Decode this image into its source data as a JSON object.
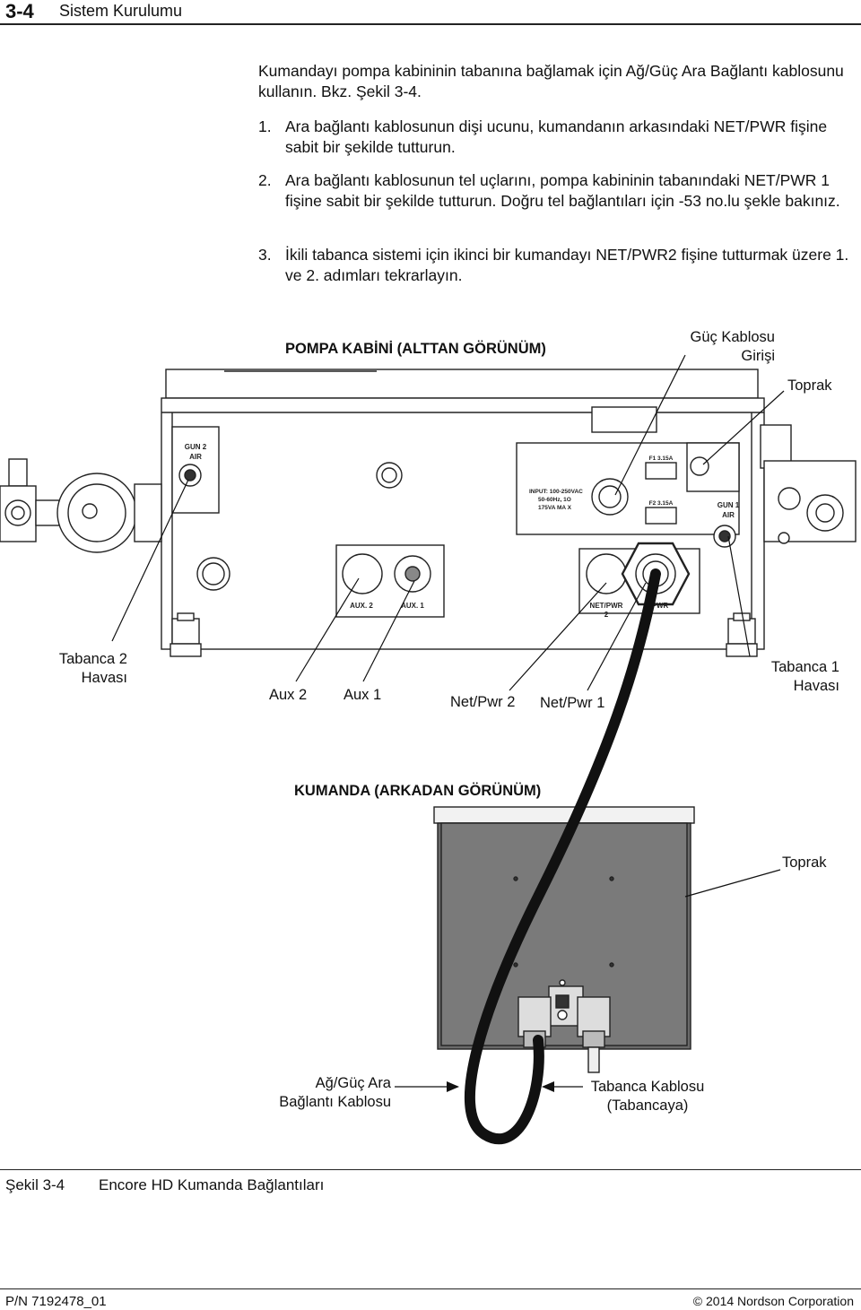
{
  "header": {
    "page_num": "3-4",
    "section": "Sistem Kurulumu"
  },
  "intro": "Kumandayı pompa kabininin tabanına bağlamak için Ağ/Güç Ara Bağlantı kablosunu kullanın.  Bkz. Şekil 3-4.",
  "steps": [
    {
      "num": "1.",
      "text": "Ara bağlantı kablosunun dişi ucunu, kumandanın arkasındaki NET/PWR fişine sabit bir şekilde tutturun."
    },
    {
      "num": "2.",
      "text": "Ara bağlantı kablosunun tel uçlarını, pompa kabininin tabanındaki NET/PWR 1 fişine sabit bir şekilde tutturun.  Doğru tel bağlantıları için -53 no.lu şekle bakınız."
    },
    {
      "num": "3.",
      "text": "İkili tabanca sistemi için ikinci bir kumandayı NET/PWR2 fişine tutturmak üzere 1. ve 2. adımları tekrarlayın."
    }
  ],
  "figure": {
    "pump_title": "POMPA KABİNİ (ALTTAN GÖRÜNÜM)",
    "power_cable_entry_line1": "Güç Kablosu",
    "power_cable_entry_line2": "Girişi",
    "ground_top": "Toprak",
    "gun2_air_line1": "Tabanca 2",
    "gun2_air_line2": "Havası",
    "aux2": "Aux 2",
    "aux1": "Aux 1",
    "net_pwr2": "Net/Pwr 2",
    "net_pwr1": "Net/Pwr 1",
    "gun1_air_line1": "Tabanca 1",
    "gun1_air_line2": "Havası",
    "controller_title": "KUMANDA (ARKADAN GÖRÜNÜM)",
    "ground_bottom": "Toprak",
    "net_cable_line1": "Ağ/Güç Ara",
    "net_cable_line2": "Bağlantı Kablosu",
    "gun_cable_line1": "Tabanca Kablosu",
    "gun_cable_line2": "(Tabancaya)",
    "panel": {
      "gun2_air_1": "GUN 2",
      "gun2_air_2": "AIR",
      "gun1_air_1": "GUN 1",
      "gun1_air_2": "AIR",
      "f1": "F1 3.15A",
      "f2": "F2 3.15A",
      "input_1": "INPUT:  100-250VAC",
      "input_2": "50-60Hz, 1O",
      "input_3": "175VA MA X",
      "aux2": "AUX. 2",
      "aux1": "AUX. 1",
      "netpwr_1": "NET/PWR",
      "netpwr_2": "2",
      "netpwr1_partial": "PWR"
    }
  },
  "caption": {
    "label": "Şekil 3-4",
    "text": "Encore HD Kumanda Bağlantıları"
  },
  "footer": {
    "part_number": "P/N 7192478_01",
    "copyright": "© 2014 Nordson Corporation"
  }
}
